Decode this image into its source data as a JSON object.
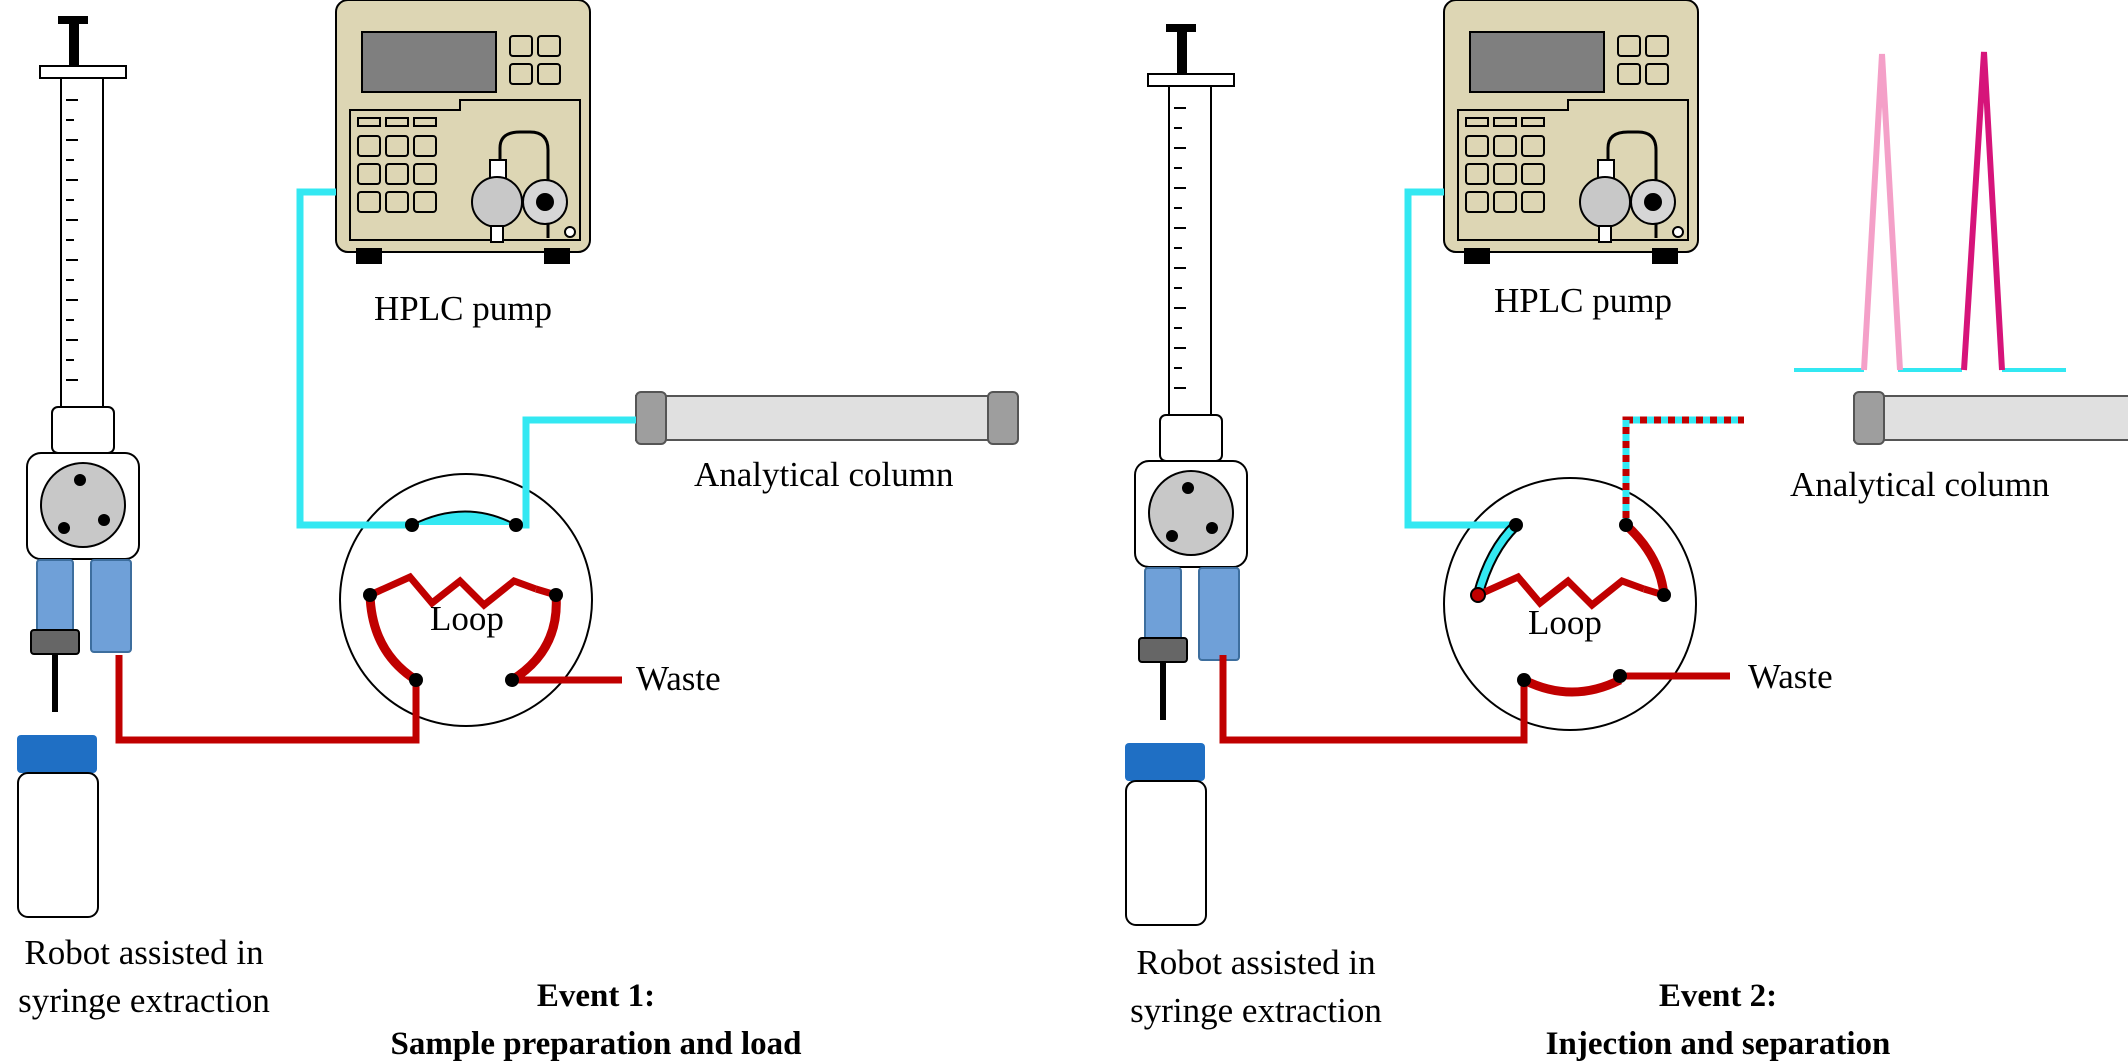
{
  "colors": {
    "sample_line": "#c00000",
    "mobile_phase_line": "#33e8f2",
    "pump_body": "#ddd6b4",
    "pump_screen": "#7f7f7f",
    "column_body": "#e0e0e0",
    "column_cap": "#9e9e9e",
    "vial_cap": "#1f6fc4",
    "syringe_needle_block": "#6fa0d8",
    "peak_1": "#f4a0c8",
    "peak_2": "#d6147a"
  },
  "panels": [
    {
      "id": "event-1",
      "syringe_label_line1": "Robot assisted in",
      "syringe_label_line2": "syringe extraction",
      "pump_label": "HPLC pump",
      "column_label": "Analytical column",
      "loop_label": "Loop",
      "waste_label": "Waste",
      "event_title": "Event 1:",
      "event_subtitle": "Sample preparation and load"
    },
    {
      "id": "event-2",
      "syringe_label_line1": "Robot assisted in",
      "syringe_label_line2": "syringe extraction",
      "pump_label": "HPLC pump",
      "column_label": "Analytical column",
      "loop_label": "Loop",
      "waste_label": "Waste",
      "event_title": "Event 2:",
      "event_subtitle": "Injection and separation"
    }
  ]
}
